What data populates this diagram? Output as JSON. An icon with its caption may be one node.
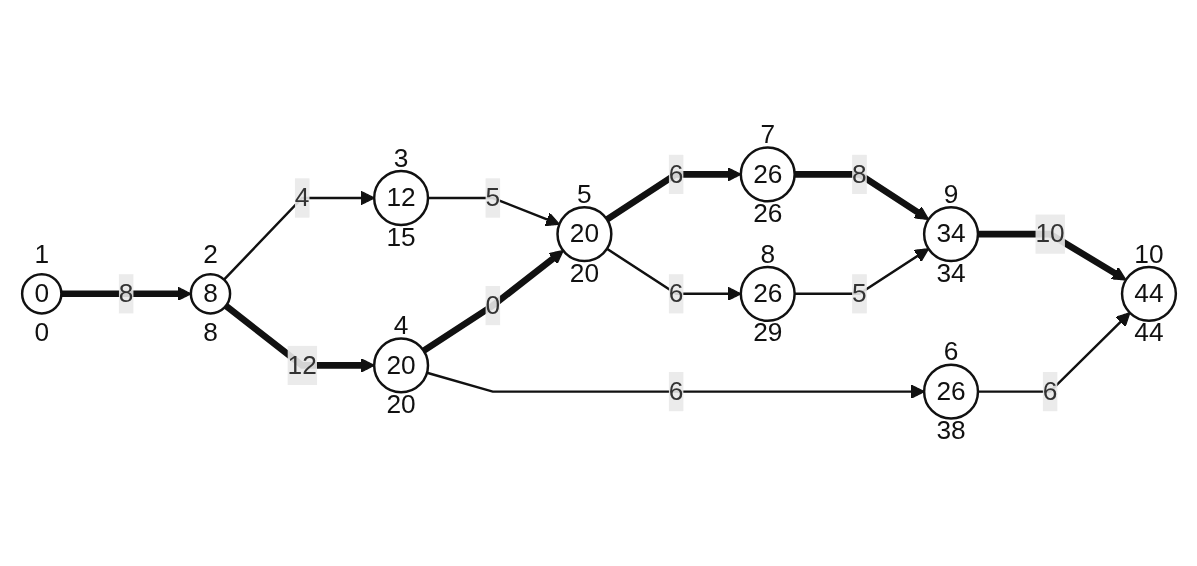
{
  "diagram": {
    "nodes": [
      {
        "text": [
          "1",
          "0",
          "0"
        ]
      },
      {
        "text": [
          "2",
          "8",
          "8"
        ]
      },
      {
        "text": [
          "3",
          "12",
          "15"
        ]
      },
      {
        "text": [
          "4",
          "20",
          "20"
        ]
      },
      {
        "text": [
          "5",
          "20",
          "20"
        ]
      },
      {
        "text": [
          "6",
          "26",
          "38"
        ]
      },
      {
        "text": [
          "7",
          "26",
          "26"
        ]
      },
      {
        "text": [
          "8",
          "26",
          "29"
        ]
      },
      {
        "text": [
          "9",
          "34",
          "34"
        ]
      },
      {
        "text": [
          "10",
          "44",
          "44"
        ]
      }
    ],
    "edges": [
      {
        "from": 0,
        "to": 1,
        "arrow": "to",
        "label": "8",
        "style": "thick"
      },
      {
        "from": 1,
        "to": 2,
        "arrow": "to",
        "label": "4"
      },
      {
        "from": 1,
        "to": 3,
        "arrow": "to",
        "label": "12",
        "style": "thick"
      },
      {
        "from": 2,
        "to": 4,
        "arrow": "to",
        "label": "5"
      },
      {
        "from": 3,
        "to": 4,
        "arrow": "to",
        "label": "0",
        "style": "thick"
      },
      {
        "from": 3,
        "to": 5,
        "arrow": "to",
        "label": "6"
      },
      {
        "from": 4,
        "to": 6,
        "arrow": "to",
        "label": "6",
        "style": "thick"
      },
      {
        "from": 4,
        "to": 7,
        "arrow": "to",
        "label": "6"
      },
      {
        "from": 6,
        "to": 8,
        "arrow": "to",
        "label": "8",
        "style": "thick"
      },
      {
        "from": 7,
        "to": 8,
        "arrow": "to",
        "label": "5"
      },
      {
        "from": 8,
        "to": 9,
        "arrow": "to",
        "label": "10",
        "style": "thick"
      },
      {
        "from": 5,
        "to": 9,
        "arrow": "to",
        "label": "6"
      }
    ]
  }
}
